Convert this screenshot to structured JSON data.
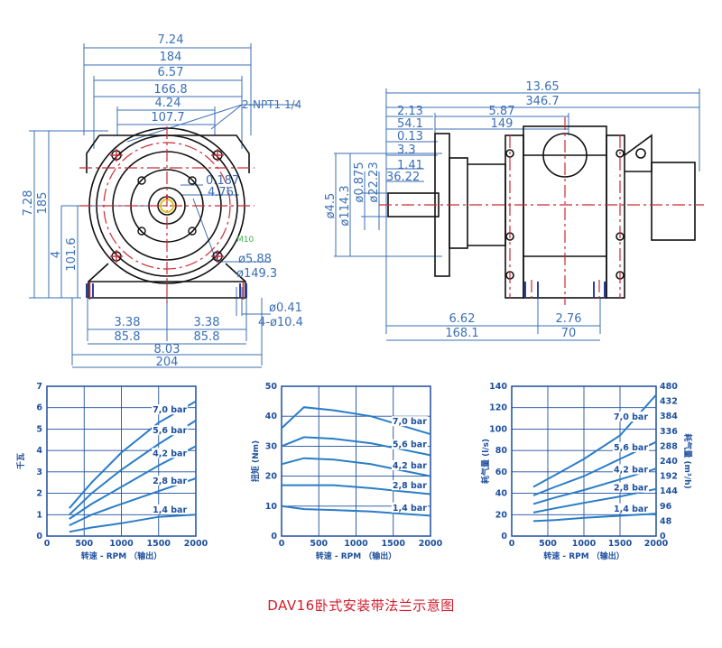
{
  "caption": "DAV16卧式安装带法兰示意图",
  "drawing": {
    "front_dims": [
      "7.24",
      "184",
      "6.57",
      "166.8",
      "4.24",
      "107.7",
      "2-NPT1 1/4",
      "0.187",
      "4.76",
      "M10",
      "ø5.88",
      "ø149.3",
      "7.28",
      "185",
      "4",
      "101.6",
      "3.38",
      "85.8",
      "3.38",
      "85.8",
      "8.03",
      "204",
      "ø0.41",
      "4-ø10.4"
    ],
    "side_dims": [
      "13.65",
      "346.7",
      "2.13",
      "54.1",
      "5.87",
      "149",
      "0.13",
      "3.3",
      "1.41",
      "36.22",
      "ø0.875",
      "ø22.23",
      "ø4.5",
      "ø114.3",
      "6.62",
      "168.1",
      "2.76",
      "70"
    ]
  },
  "chart_data": [
    {
      "type": "line",
      "ylabel": "千瓦",
      "xlabel": "转速 - RPM （输出）",
      "xlim": [
        0,
        2000
      ],
      "ylim": [
        0,
        7
      ],
      "xticks": [
        0,
        500,
        1000,
        1500,
        2000
      ],
      "yticks": [
        0,
        1,
        2,
        3,
        4,
        5,
        6,
        7
      ],
      "series": [
        {
          "name": "7,0 bar",
          "x": [
            300,
            600,
            1000,
            1500,
            2000
          ],
          "y": [
            1.3,
            2.5,
            3.9,
            5.3,
            6.3
          ]
        },
        {
          "name": "5,6 bar",
          "x": [
            300,
            600,
            1000,
            1500,
            2000
          ],
          "y": [
            1.0,
            2.0,
            3.1,
            4.3,
            5.4
          ]
        },
        {
          "name": "4,2 bar",
          "x": [
            300,
            600,
            1000,
            1500,
            2000
          ],
          "y": [
            0.8,
            1.5,
            2.3,
            3.3,
            4.2
          ]
        },
        {
          "name": "2,8 bar",
          "x": [
            300,
            600,
            1000,
            1500,
            2000
          ],
          "y": [
            0.5,
            1.0,
            1.5,
            2.1,
            2.7
          ]
        },
        {
          "name": "1,4 bar",
          "x": [
            300,
            600,
            1000,
            1500,
            2000
          ],
          "y": [
            0.2,
            0.4,
            0.6,
            0.9,
            1.0
          ]
        }
      ]
    },
    {
      "type": "line",
      "ylabel": "扭矩 (Nm)",
      "xlabel": "转速 - RPM （输出）",
      "xlim": [
        0,
        2000
      ],
      "ylim": [
        0,
        50
      ],
      "xticks": [
        0,
        500,
        1000,
        1500,
        2000
      ],
      "yticks": [
        0,
        10,
        20,
        30,
        40,
        50
      ],
      "series": [
        {
          "name": "7,0 bar",
          "x": [
            0,
            300,
            700,
            1200,
            1600,
            2000
          ],
          "y": [
            36,
            43,
            42,
            40,
            37,
            34
          ]
        },
        {
          "name": "5,6 bar",
          "x": [
            0,
            300,
            700,
            1200,
            1600,
            2000
          ],
          "y": [
            30,
            33,
            32.5,
            31,
            29,
            27
          ]
        },
        {
          "name": "4,2 bar",
          "x": [
            0,
            300,
            700,
            1200,
            1600,
            2000
          ],
          "y": [
            24,
            26,
            25.5,
            24,
            22,
            20
          ]
        },
        {
          "name": "2,8 bar",
          "x": [
            0,
            300,
            700,
            1200,
            1600,
            2000
          ],
          "y": [
            17,
            17,
            17,
            16,
            15,
            14
          ]
        },
        {
          "name": "1,4 bar",
          "x": [
            0,
            300,
            700,
            1200,
            1600,
            2000
          ],
          "y": [
            10,
            9,
            8.7,
            8.2,
            7.5,
            6.8
          ]
        }
      ]
    },
    {
      "type": "line",
      "ylabel": "耗气量 (l/s)",
      "y2label": "耗气量 (m³/h)",
      "xlabel": "转速 - RPM （输出）",
      "xlim": [
        0,
        2000
      ],
      "ylim": [
        0,
        140
      ],
      "y2lim": [
        0,
        480
      ],
      "xticks": [
        0,
        500,
        1000,
        1500,
        2000
      ],
      "yticks": [
        0,
        20,
        40,
        60,
        80,
        100,
        120,
        140
      ],
      "y2ticks": [
        0,
        48,
        96,
        144,
        192,
        240,
        288,
        336,
        384,
        432,
        480
      ],
      "series": [
        {
          "name": "7,0 bar",
          "x": [
            300,
            600,
            1000,
            1500,
            2000
          ],
          "y": [
            46,
            57,
            72,
            94,
            132
          ]
        },
        {
          "name": "5,6 bar",
          "x": [
            300,
            600,
            1000,
            1500,
            2000
          ],
          "y": [
            38,
            46,
            56,
            72,
            88
          ]
        },
        {
          "name": "4,2 bar",
          "x": [
            300,
            600,
            1000,
            1500,
            2000
          ],
          "y": [
            30,
            36,
            43,
            53,
            63
          ]
        },
        {
          "name": "2,8 bar",
          "x": [
            300,
            600,
            1000,
            1500,
            2000
          ],
          "y": [
            22,
            26,
            31,
            37,
            44
          ]
        },
        {
          "name": "1,4 bar",
          "x": [
            300,
            600,
            1000,
            1500,
            2000
          ],
          "y": [
            14,
            15,
            17,
            19,
            21
          ]
        }
      ]
    }
  ]
}
